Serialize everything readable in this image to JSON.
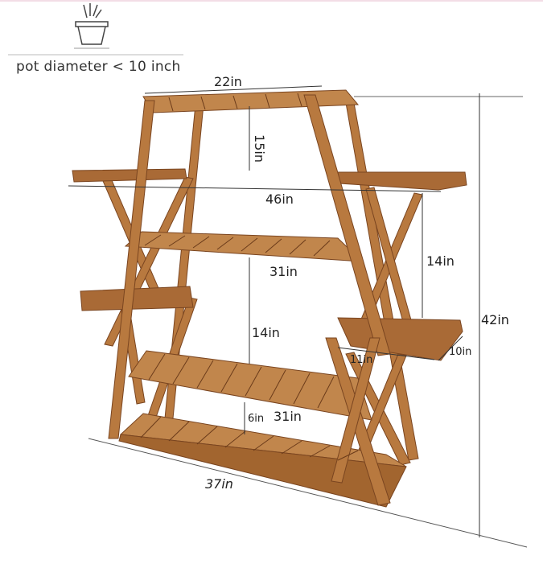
{
  "pot_note": {
    "icon": "plant-pot-icon",
    "caption": "pot diameter < 10 inch"
  },
  "dimensions": {
    "top_width": "22in",
    "top_height": "15in",
    "total_width": "46in",
    "middle_shelf_width": "31in",
    "middle_gap": "14in",
    "side_gap": "14in",
    "total_height": "42in",
    "side_shelf_length": "11in",
    "side_shelf_depth": "10in",
    "bottom_gap": "6in",
    "lower_shelf_width": "31in",
    "base_width": "37in"
  },
  "colors": {
    "wood": "#b8793f",
    "wood_dark": "#7a4520",
    "line": "#333333"
  }
}
